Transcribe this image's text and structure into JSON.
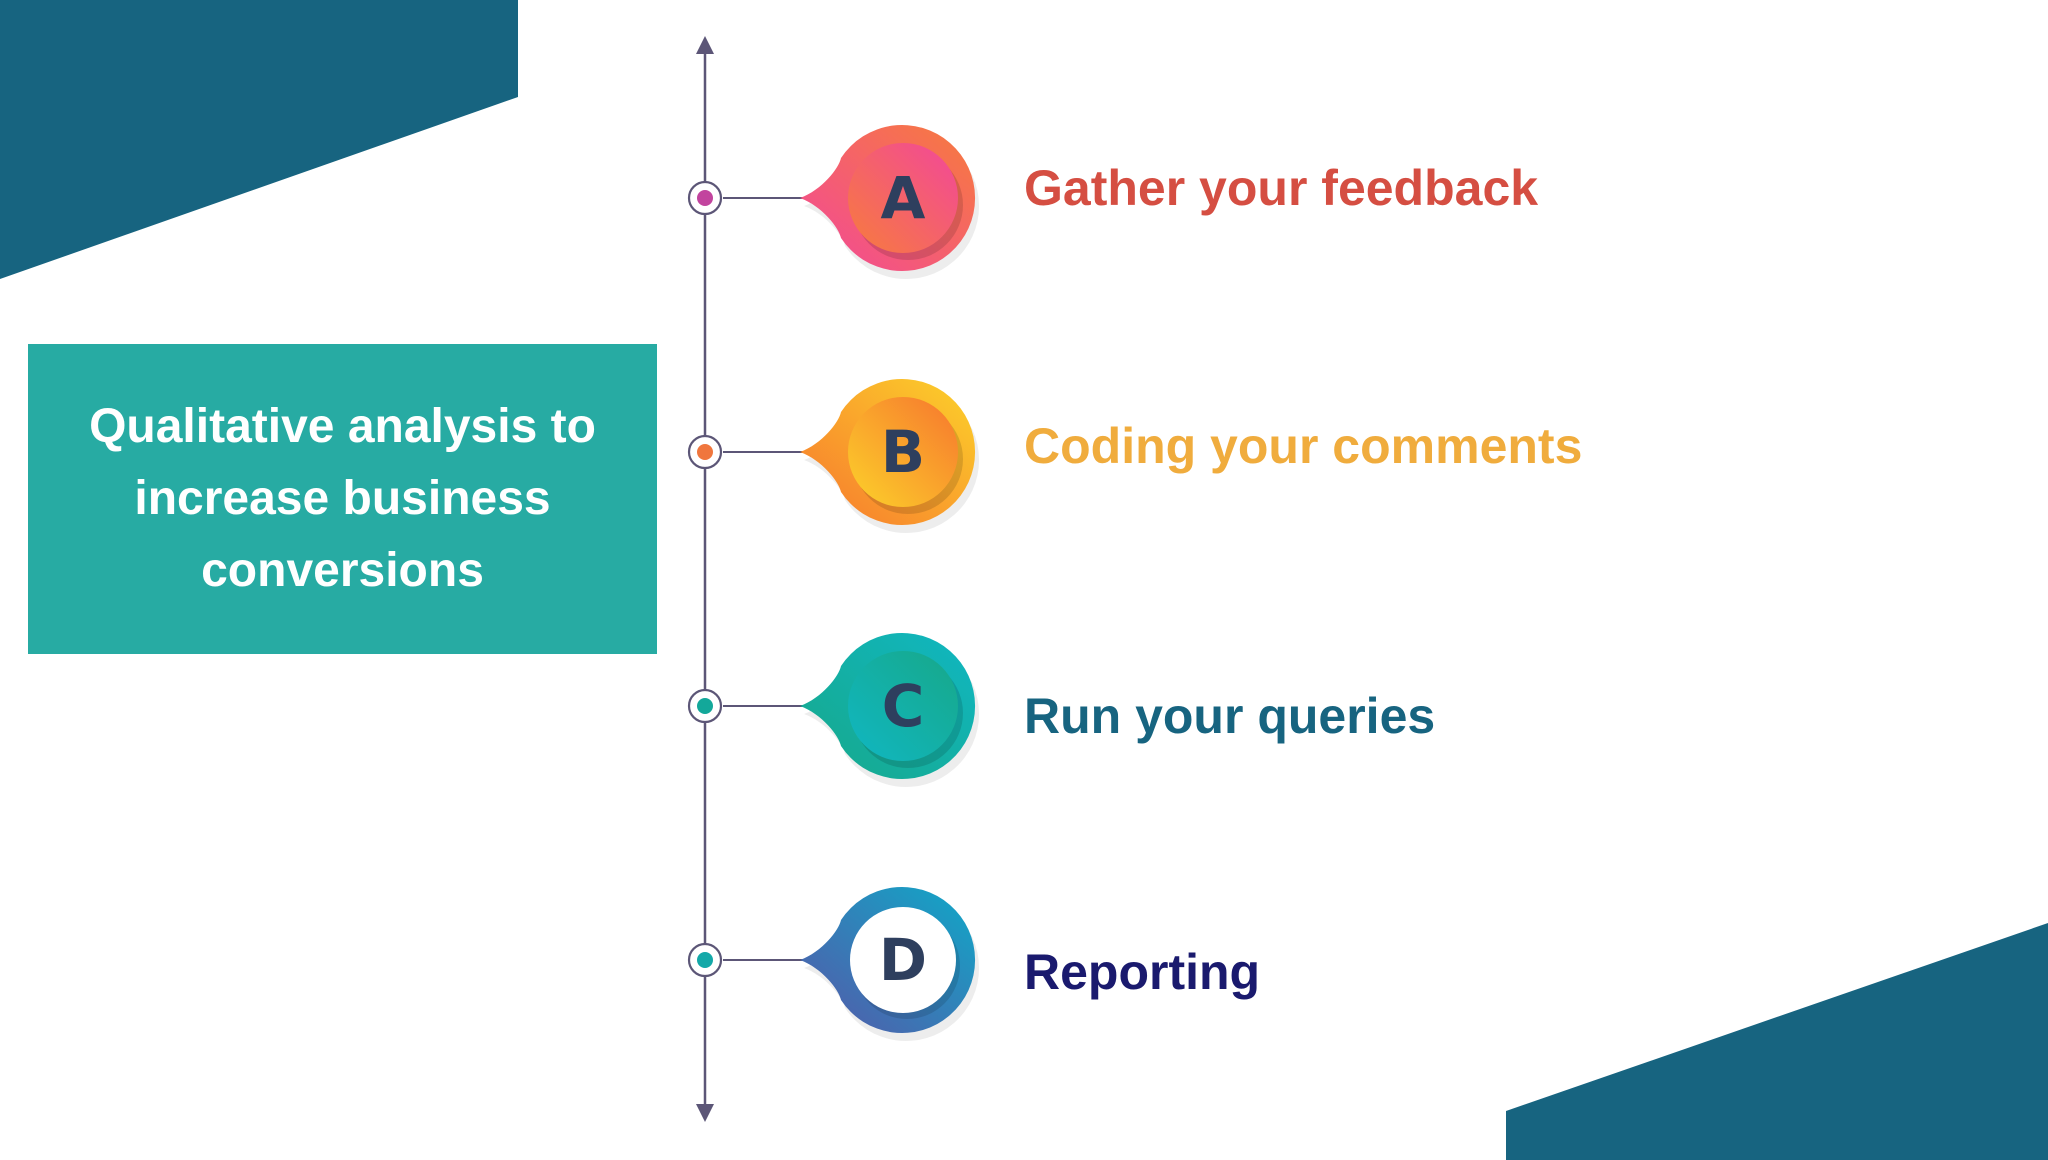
{
  "title": "Qualitative analysis to increase business conversions",
  "colors": {
    "corner": "#176480",
    "title_bg": "#27ABA3",
    "axis": "#5C5677",
    "letter": "#2E3F5E"
  },
  "steps": [
    {
      "letter": "A",
      "label": "Gather your feedback",
      "label_color": "#D54E42",
      "dot_color": "#C2449E",
      "gradient": [
        "#F2479A",
        "#F77C3C"
      ]
    },
    {
      "letter": "B",
      "label": "Coding your comments",
      "label_color": "#F0AC3D",
      "dot_color": "#F0763D",
      "gradient": [
        "#F7762E",
        "#FCD22A"
      ]
    },
    {
      "letter": "C",
      "label": "Run your queries",
      "label_color": "#176480",
      "dot_color": "#13A89A",
      "gradient": [
        "#17A889",
        "#10B7C2"
      ]
    },
    {
      "letter": "D",
      "label": "Reporting",
      "label_color": "#1A1A6E",
      "dot_color": "#13A8A8",
      "gradient": [
        "#5756A8",
        "#0FA9C8"
      ]
    }
  ]
}
